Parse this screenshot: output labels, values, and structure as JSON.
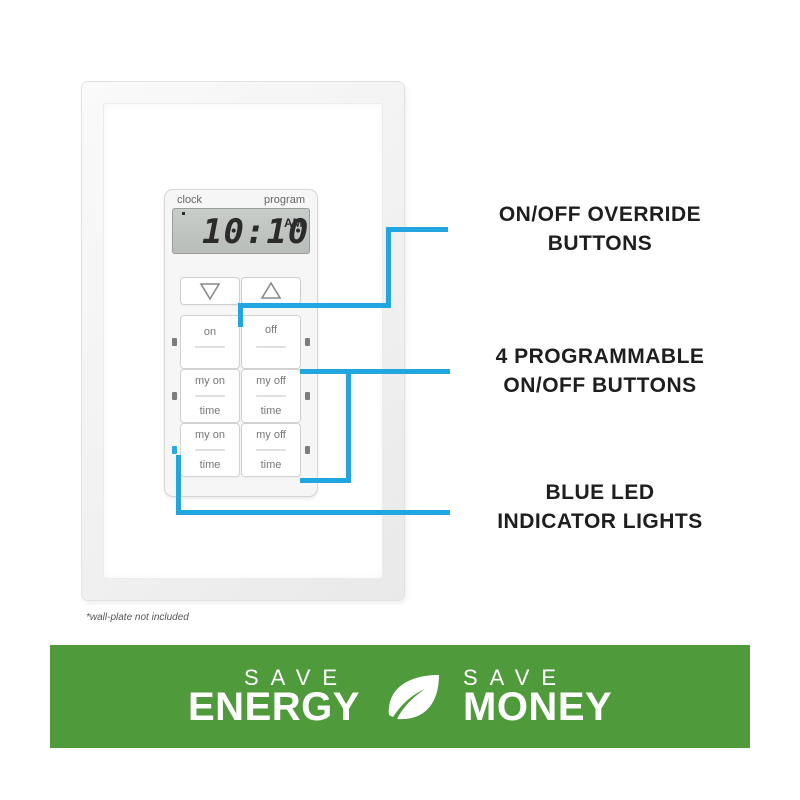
{
  "device": {
    "label_clock": "clock",
    "label_program": "program",
    "display_time": "10:10",
    "display_ampm": "AM",
    "buttons": {
      "on": "on",
      "off": "off",
      "my_on": "my on",
      "my_off": "my off",
      "time": "time"
    }
  },
  "callouts": {
    "override_line1": "ON/OFF OVERRIDE",
    "override_line2": "BUTTONS",
    "programmable_line1": "4 PROGRAMMABLE",
    "programmable_line2": "ON/OFF BUTTONS",
    "led_line1": "BLUE LED",
    "led_line2": "INDICATOR LIGHTS"
  },
  "footnote": "*wall-plate not included",
  "banner": {
    "left_small": "SAVE",
    "left_big": "ENERGY",
    "right_small": "SAVE",
    "right_big": "MONEY",
    "icon": "leaf-icon"
  },
  "colors": {
    "callout_line": "#21a6e0",
    "banner_green": "#4f9a3a",
    "led_blue": "#2aa8e2"
  }
}
